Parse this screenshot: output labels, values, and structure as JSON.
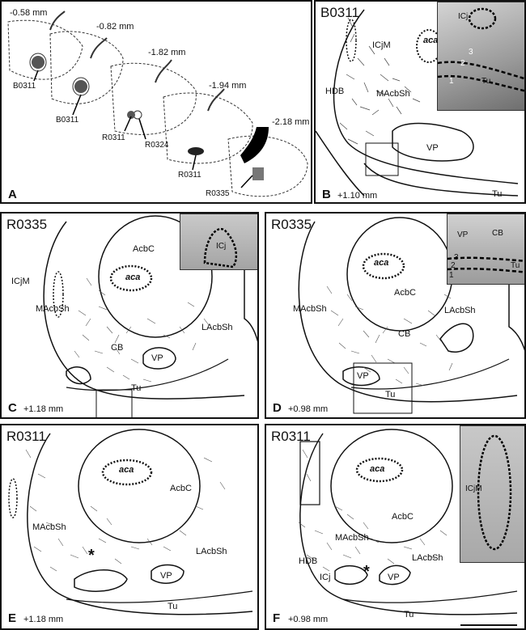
{
  "panelA": {
    "letter": "A",
    "levels": [
      "-0.58 mm",
      "-0.82 mm",
      "-1.82 mm",
      "-1.94 mm",
      "-2.18 mm"
    ],
    "cases": [
      "B0311",
      "B0311",
      "R0311",
      "R0324",
      "R0311",
      "R0335"
    ]
  },
  "panelB": {
    "letter": "B",
    "case": "B0311",
    "coord": "+1.10 mm",
    "regions": [
      "ICjM",
      "aca",
      "HDB",
      "MAcbSh",
      "VP",
      "Tu"
    ],
    "inset": {
      "labels": [
        "ICj",
        "3",
        "2",
        "1",
        "Tu"
      ]
    }
  },
  "panelC": {
    "letter": "C",
    "case": "R0335",
    "coord": "+1.18 mm",
    "regions": [
      "AcbC",
      "aca",
      "ICjM",
      "MAcbSh",
      "LAcbSh",
      "CB",
      "VP",
      "Tu"
    ],
    "inset": {
      "labels": [
        "ICj"
      ]
    }
  },
  "panelD": {
    "letter": "D",
    "case": "R0335",
    "coord": "+0.98 mm",
    "regions": [
      "aca",
      "AcbC",
      "LAcbSh",
      "MAcbSh",
      "CB",
      "VP",
      "Tu"
    ],
    "inset": {
      "labels": [
        "VP",
        "CB",
        "3",
        "2",
        "1",
        "Tu"
      ]
    }
  },
  "panelE": {
    "letter": "E",
    "case": "R0311",
    "coord": "+1.18 mm",
    "regions": [
      "aca",
      "AcbC",
      "MAcbSh",
      "LAcbSh",
      "*",
      "VP",
      "Tu"
    ]
  },
  "panelF": {
    "letter": "F",
    "case": "R0311",
    "coord": "+0.98 mm",
    "regions": [
      "aca",
      "AcbC",
      "MAcbSh",
      "LAcbSh",
      "HDB",
      "ICj",
      "*",
      "VP",
      "Tu"
    ],
    "inset": {
      "labels": [
        "ICjM"
      ]
    }
  }
}
